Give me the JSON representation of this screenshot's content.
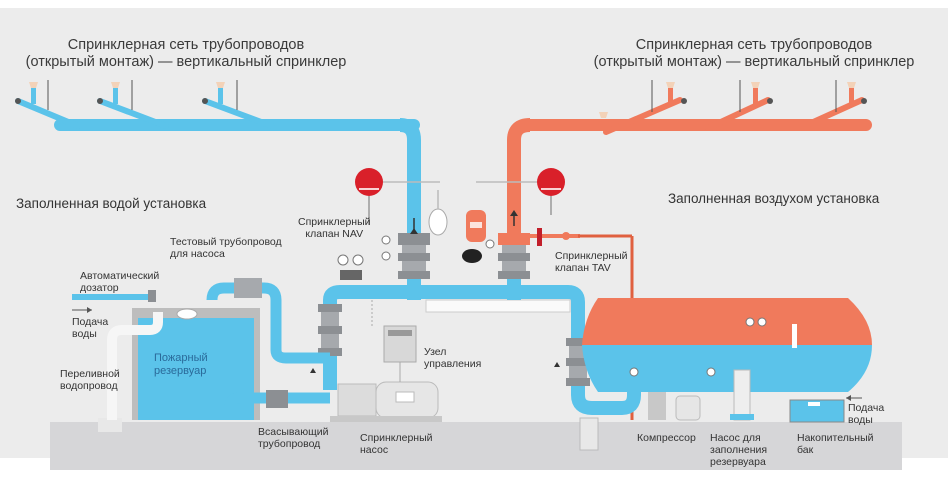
{
  "colors": {
    "water": "#5bc3ea",
    "water_dark": "#3aa9d8",
    "air": "#f07a5c",
    "air_dark": "#e0603f",
    "alarm_red": "#d9202a",
    "floor": "#d6d6d8",
    "valve_gray": "#8c8f93",
    "background": "#ececec"
  },
  "titles": {
    "left_network_line1": "Спринклерная сеть трубопроводов",
    "left_network_line2": "(открытый монтаж) — вертикальный спринклер",
    "right_network_line1": "Спринклерная сеть трубопроводов",
    "right_network_line2": "(открытый монтаж) — вертикальный спринклер"
  },
  "sections": {
    "water_system": "Заполненная водой установка",
    "air_system": "Заполненная воздухом установка"
  },
  "labels": {
    "nav_valve_line1": "Спринклерный",
    "nav_valve_line2": "клапан NAV",
    "tav_valve_line1": "Спринклерный",
    "tav_valve_line2": "клапан TAV",
    "test_pipe_line1": "Тестовый трубопровод",
    "test_pipe_line2": "для насоса",
    "auto_dosing_line1": "Автоматический",
    "auto_dosing_line2": "дозатор",
    "water_supply_left_line1": "Подача",
    "water_supply_left_line2": "воды",
    "overflow_line1": "Переливной",
    "overflow_line2": "водопровод",
    "fire_tank_line1": "Пожарный",
    "fire_tank_line2": "резервуар",
    "suction_line1": "Всасывающий",
    "suction_line2": "трубопровод",
    "sprinkler_pump_line1": "Спринклерный",
    "sprinkler_pump_line2": "насос",
    "control_unit_line1": "Узел",
    "control_unit_line2": "управления",
    "compressor": "Компрессор",
    "fill_pump_line1": "Насос для",
    "fill_pump_line2": "заполнения",
    "fill_pump_line3": "резервуара",
    "storage_tank_line1": "Накопительный",
    "storage_tank_line2": "бак",
    "water_supply_right_line1": "Подача",
    "water_supply_right_line2": "воды"
  },
  "icons": {
    "sprinkler_head": "sprinkler-head-icon",
    "alarm_bell": "alarm-bell-icon",
    "pressure_gauge": "pressure-gauge-icon",
    "flow_arrow": "arrow-up-icon",
    "valve": "valve-icon",
    "pump": "pump-icon",
    "compressor": "compressor-icon",
    "control_panel": "control-panel-icon"
  }
}
